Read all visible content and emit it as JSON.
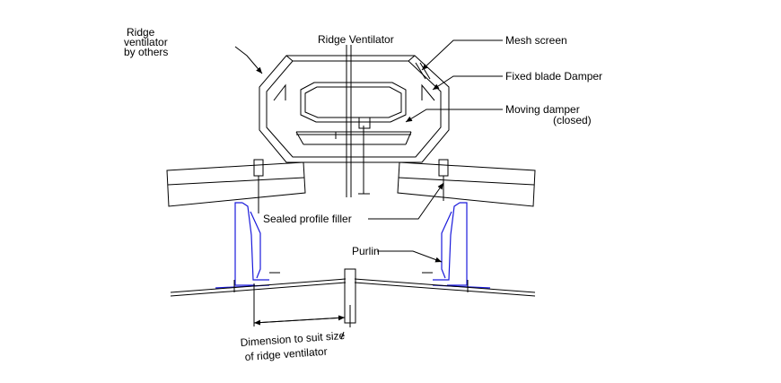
{
  "title": "Ridge Ventilator",
  "labels": {
    "ridge_by_others_1": "Ridge",
    "ridge_by_others_2": "ventilator",
    "ridge_by_others_3": "by others",
    "mesh_screen": "Mesh screen",
    "fixed_blade_damper": "Fixed blade Damper",
    "moving_damper_1": "Moving damper",
    "moving_damper_2": "(closed)",
    "sealed_profile_filler": "Sealed profile filler",
    "purlin": "Purlin",
    "dimension_1": "Dimension to suit size",
    "dimension_2": "of ridge ventilator"
  },
  "colors": {
    "line": "#000000",
    "purlin_blue": "#1a1adb"
  }
}
